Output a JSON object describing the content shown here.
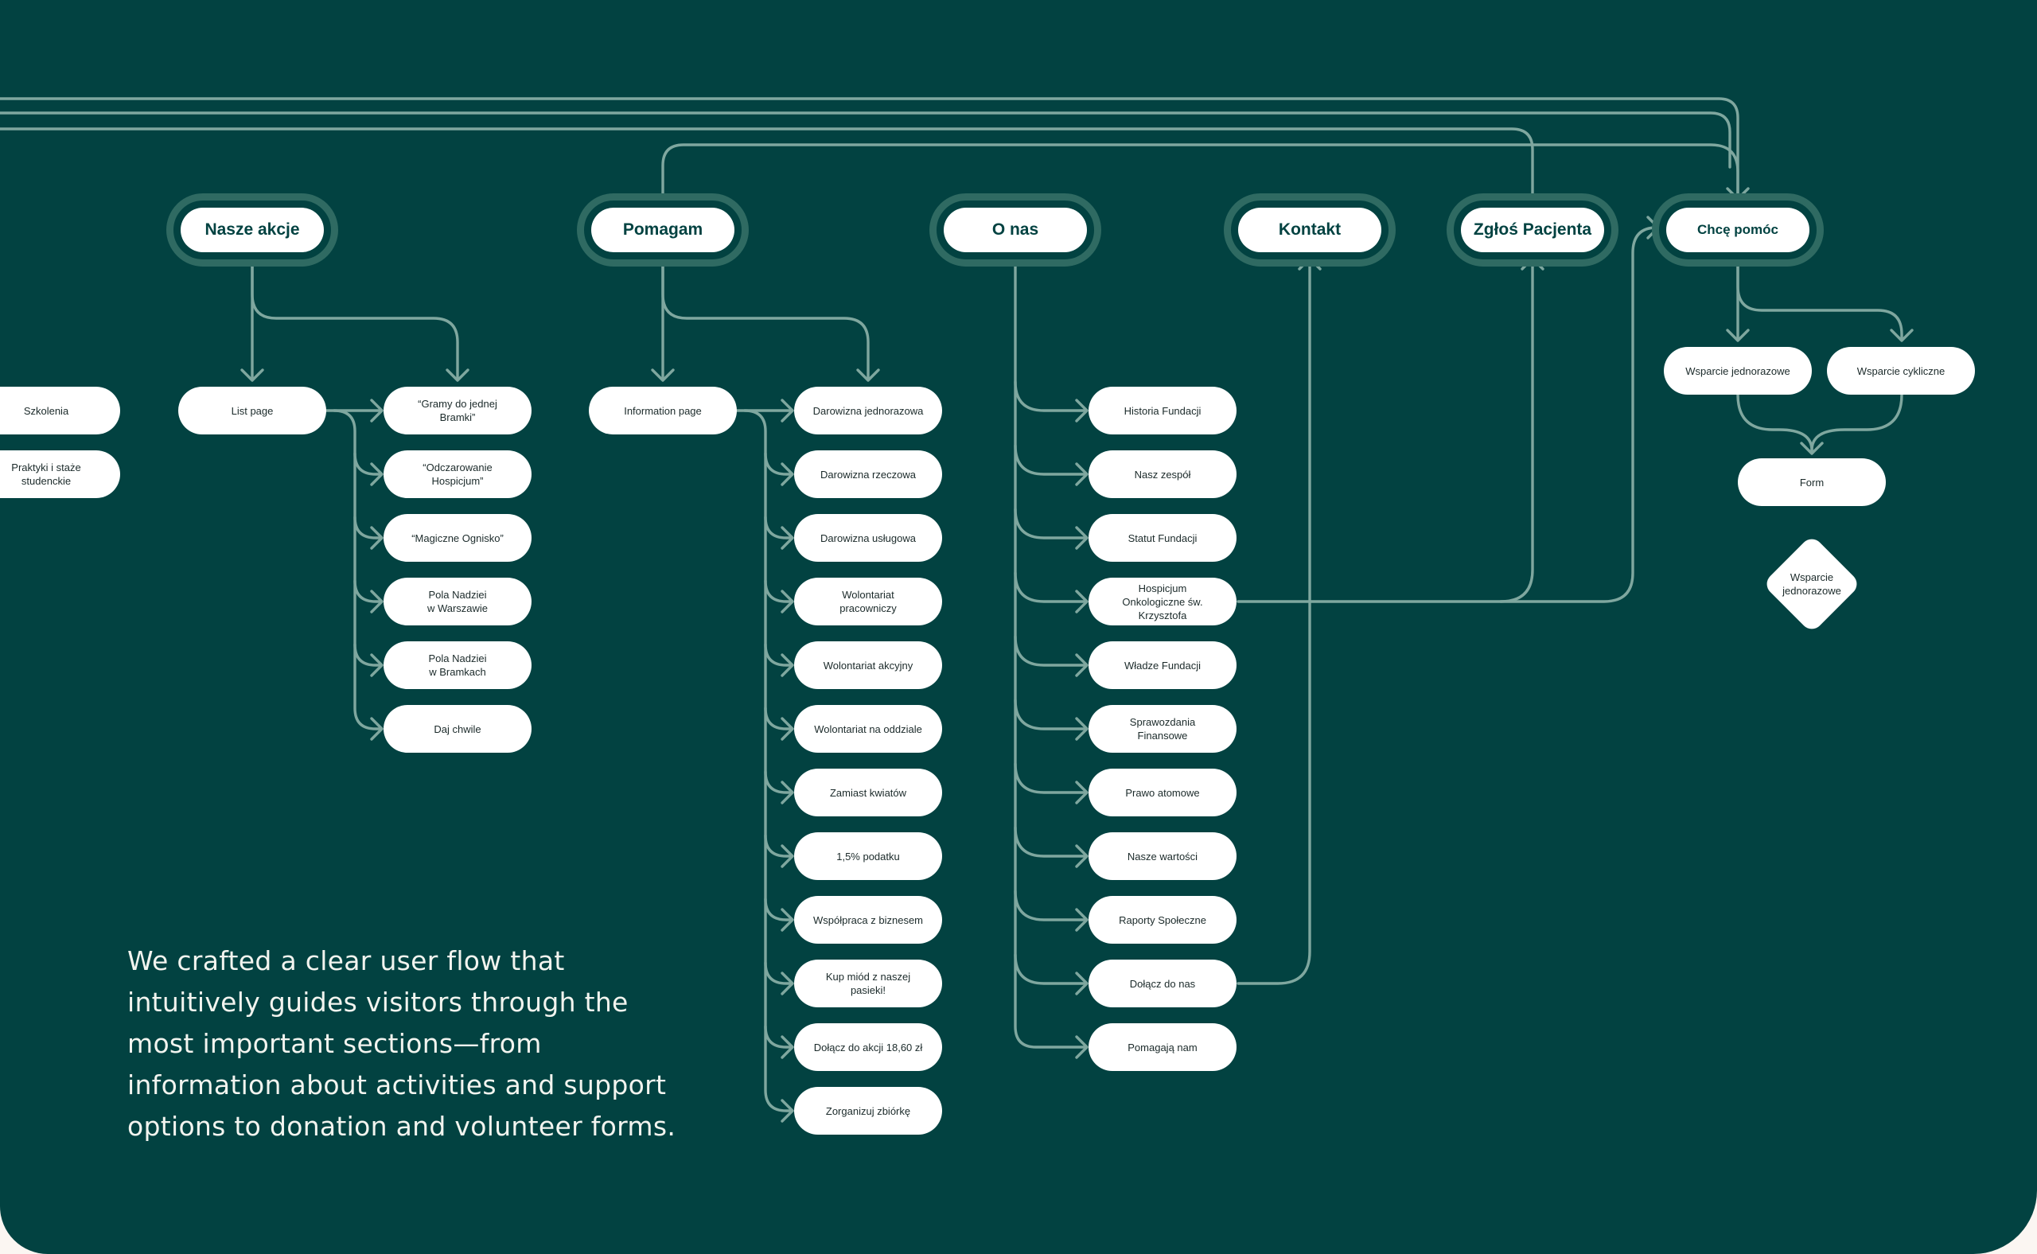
{
  "colors": {
    "background": "#024241",
    "outer_background": "#fbf6f2",
    "line": "#7fa79f",
    "node_fill": "#ffffff",
    "node_ring": "#2f6a62",
    "node_text_dark": "#024241",
    "caption_text": "#f2f4ef"
  },
  "top_nodes": [
    {
      "key": "nasze",
      "label": "Nasze akcje"
    },
    {
      "key": "pomagam",
      "label": "Pomagam"
    },
    {
      "key": "onas",
      "label": "O nas"
    },
    {
      "key": "kontakt",
      "label": "Kontakt"
    },
    {
      "key": "zglos",
      "label": "Zgłoś Pacjenta"
    },
    {
      "key": "chce",
      "label": "Chcę pomóc"
    }
  ],
  "left_partial": [
    "Szkolenia",
    "Praktyki i staże\nstudenckie"
  ],
  "nasze_akcje": {
    "list_page": "List page",
    "items": [
      "“Gramy do jednej\nBramki”",
      "“Odczarowanie\nHospicjum”",
      "“Magiczne Ognisko”",
      "Pola Nadziei\nw Warszawie",
      "Pola Nadziei\nw Bramkach",
      "Daj chwile"
    ]
  },
  "pomagam": {
    "information_page": "Information page",
    "items": [
      "Darowizna jednorazowa",
      "Darowizna rzeczowa",
      "Darowizna usługowa",
      "Wolontariat\npracowniczy",
      "Wolontariat akcyjny",
      "Wolontariat na oddziale",
      "Zamiast kwiatów",
      "1,5% podatku",
      "Współpraca z biznesem",
      "Kup miód z naszej\npasieki!",
      "Dołącz do akcji 18,60 zł",
      "Zorganizuj zbiórkę"
    ]
  },
  "o_nas": {
    "items": [
      "Historia Fundacji",
      "Nasz zespół",
      "Statut Fundacji",
      "Hospicjum\nOnkologiczne św.\nKrzysztofa",
      "Władze Fundacji",
      "Sprawozdania\nFinansowe",
      "Prawo atomowe",
      "Nasze wartości",
      "Raporty Społeczne",
      "Dołącz do nas",
      "Pomagają nam"
    ]
  },
  "chce_pomoc": {
    "options": [
      "Wsparcie jednorazowe",
      "Wsparcie cykliczne"
    ],
    "form": "Form",
    "decision": "Wsparcie\njednorazowe"
  },
  "caption": "We crafted a clear user flow that intuitively guides visitors through the most important sections—from information about activities and support options to donation and volunteer forms."
}
